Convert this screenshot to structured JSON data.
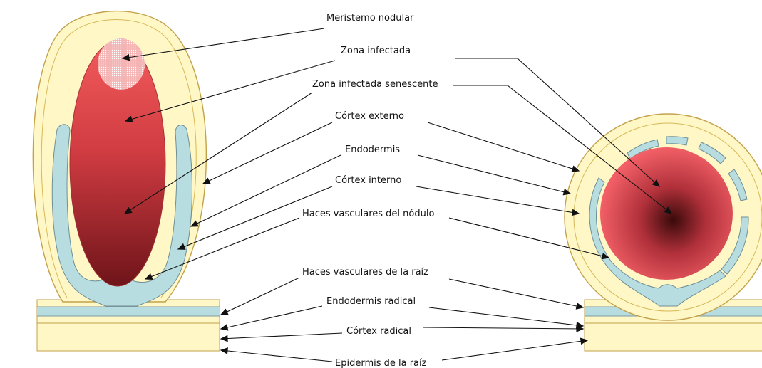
{
  "labels": {
    "meristemo_nodular": "Meristemo nodular",
    "zona_infectada": "Zona infectada",
    "zona_infectada_senescente": "Zona infectada senescente",
    "cortex_externo": "Córtex externo",
    "endodermis": "Endodermis",
    "cortex_interno": "Córtex interno",
    "haces_vasculares_nodulo": "Haces vasculares del nódulo",
    "haces_vasculares_raiz": "Haces vasculares de la raíz",
    "endodermis_radical": "Endodermis radical",
    "cortex_radical": "Córtex radical",
    "epidermis_raiz": "Epidermis de la raíz"
  },
  "colors": {
    "cortex": "#fff7c6",
    "outline": "#c2a24a",
    "endodermis": "#b7dde1",
    "infected": "#f05a5a",
    "senescent": "#6a1418"
  }
}
